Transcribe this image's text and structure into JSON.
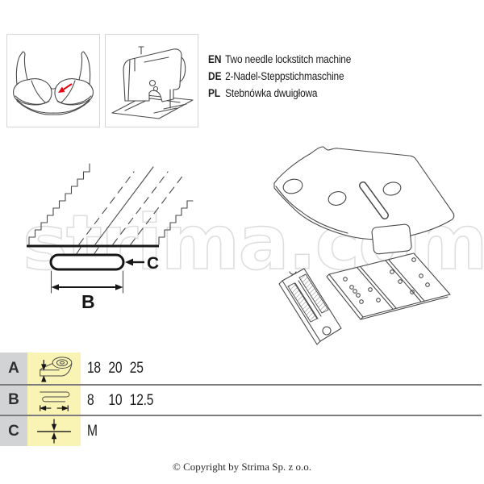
{
  "header": {
    "languages": [
      {
        "code": "EN",
        "text": "Two needle lockstitch machine"
      },
      {
        "code": "DE",
        "text": "2-Nadel-Steppstichmaschine"
      },
      {
        "code": "PL",
        "text": "Stebnówka dwuigłowa"
      }
    ]
  },
  "thumbnails": {
    "left_icon": "bra-seam-illustration",
    "right_icon": "lockstitch-machine-illustration"
  },
  "diagram": {
    "label_b": "B",
    "label_c": "C"
  },
  "table": {
    "rows": [
      {
        "key": "A",
        "icon": "tape-width-icon",
        "values": [
          "18",
          "20",
          "25"
        ]
      },
      {
        "key": "B",
        "icon": "hem-width-icon",
        "values": [
          "8",
          "10",
          "12.5"
        ]
      },
      {
        "key": "C",
        "icon": "fabric-thickness-icon",
        "values": [
          "M"
        ]
      }
    ]
  },
  "watermark": "strima.com",
  "footer": {
    "copyright": "© Copyright by Strima Sp. z o.o."
  },
  "colors": {
    "row_key_bg": "#d2d3d5",
    "row_icon_bg": "#faf4b4",
    "accent_red": "#e30613",
    "line_art": "#4a4a4a",
    "watermark_outline": "#dedede"
  }
}
